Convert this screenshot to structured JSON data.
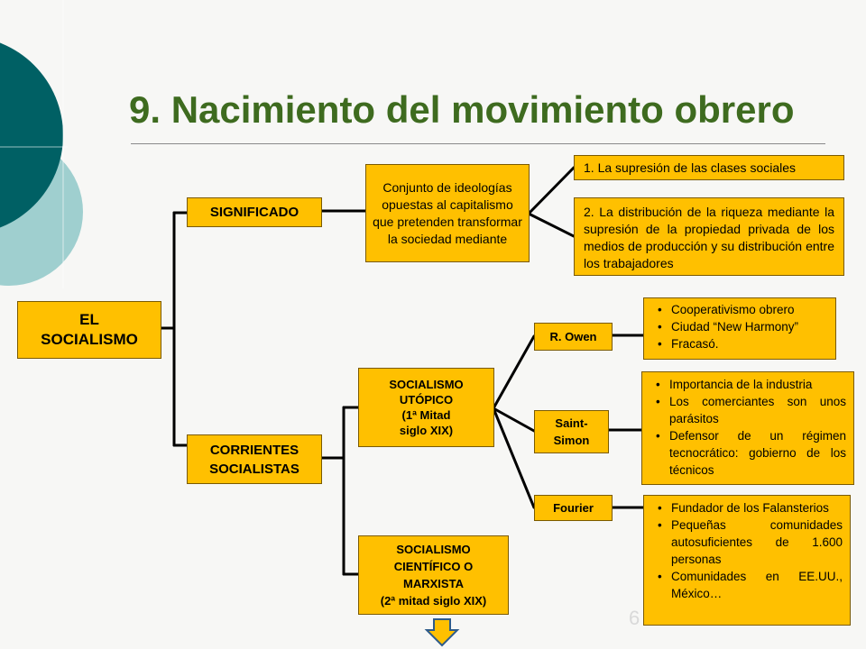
{
  "colors": {
    "box_fill": "#ffc000",
    "title_color": "#3e6b1f",
    "deco_dark": "#006064",
    "deco_light": "#9fcfcf"
  },
  "slide": {
    "title": "9. Nacimiento del movimiento obrero",
    "page_number": "6"
  },
  "diagram": {
    "root": "EL\nSOCIALISMO",
    "significado": {
      "label": "SIGNIFICADO",
      "definition": "Conjunto de ideologías opuestas al capitalismo que pretenden transformar la sociedad mediante",
      "points": [
        "1. La supresión de las clases sociales",
        "2. La distribución de la riqueza mediante la supresión de la propiedad privada de los medios de producción y su distribución entre los trabajadores"
      ]
    },
    "corrientes": {
      "label": "CORRIENTES\nSOCIALISTAS",
      "utopico": "SOCIALISMO\nUTÓPICO\n(1ª Mitad\nsiglo XIX)",
      "cientifico": "SOCIALISMO\nCIENTÍFICO O\nMARXISTA\n(2ª mitad siglo XIX)",
      "thinkers": [
        {
          "name": "R. Owen",
          "notes": [
            "Cooperativismo obrero",
            "Ciudad “New Harmony”",
            "Fracasó."
          ]
        },
        {
          "name": "Saint-\nSimon",
          "notes": [
            "Importancia de la industria",
            "Los comerciantes son unos parásitos",
            "Defensor de un régimen tecnocrático: gobierno de los técnicos"
          ]
        },
        {
          "name": "Fourier",
          "notes": [
            "Fundador de los Falansterios",
            "Pequeñas comunidades autosuficientes de 1.600 personas",
            "Comunidades en EE.UU., México…"
          ]
        }
      ]
    }
  },
  "icons": {
    "corner_decoration": "circles-decoration",
    "next_arrow": "arrow-down-icon"
  }
}
